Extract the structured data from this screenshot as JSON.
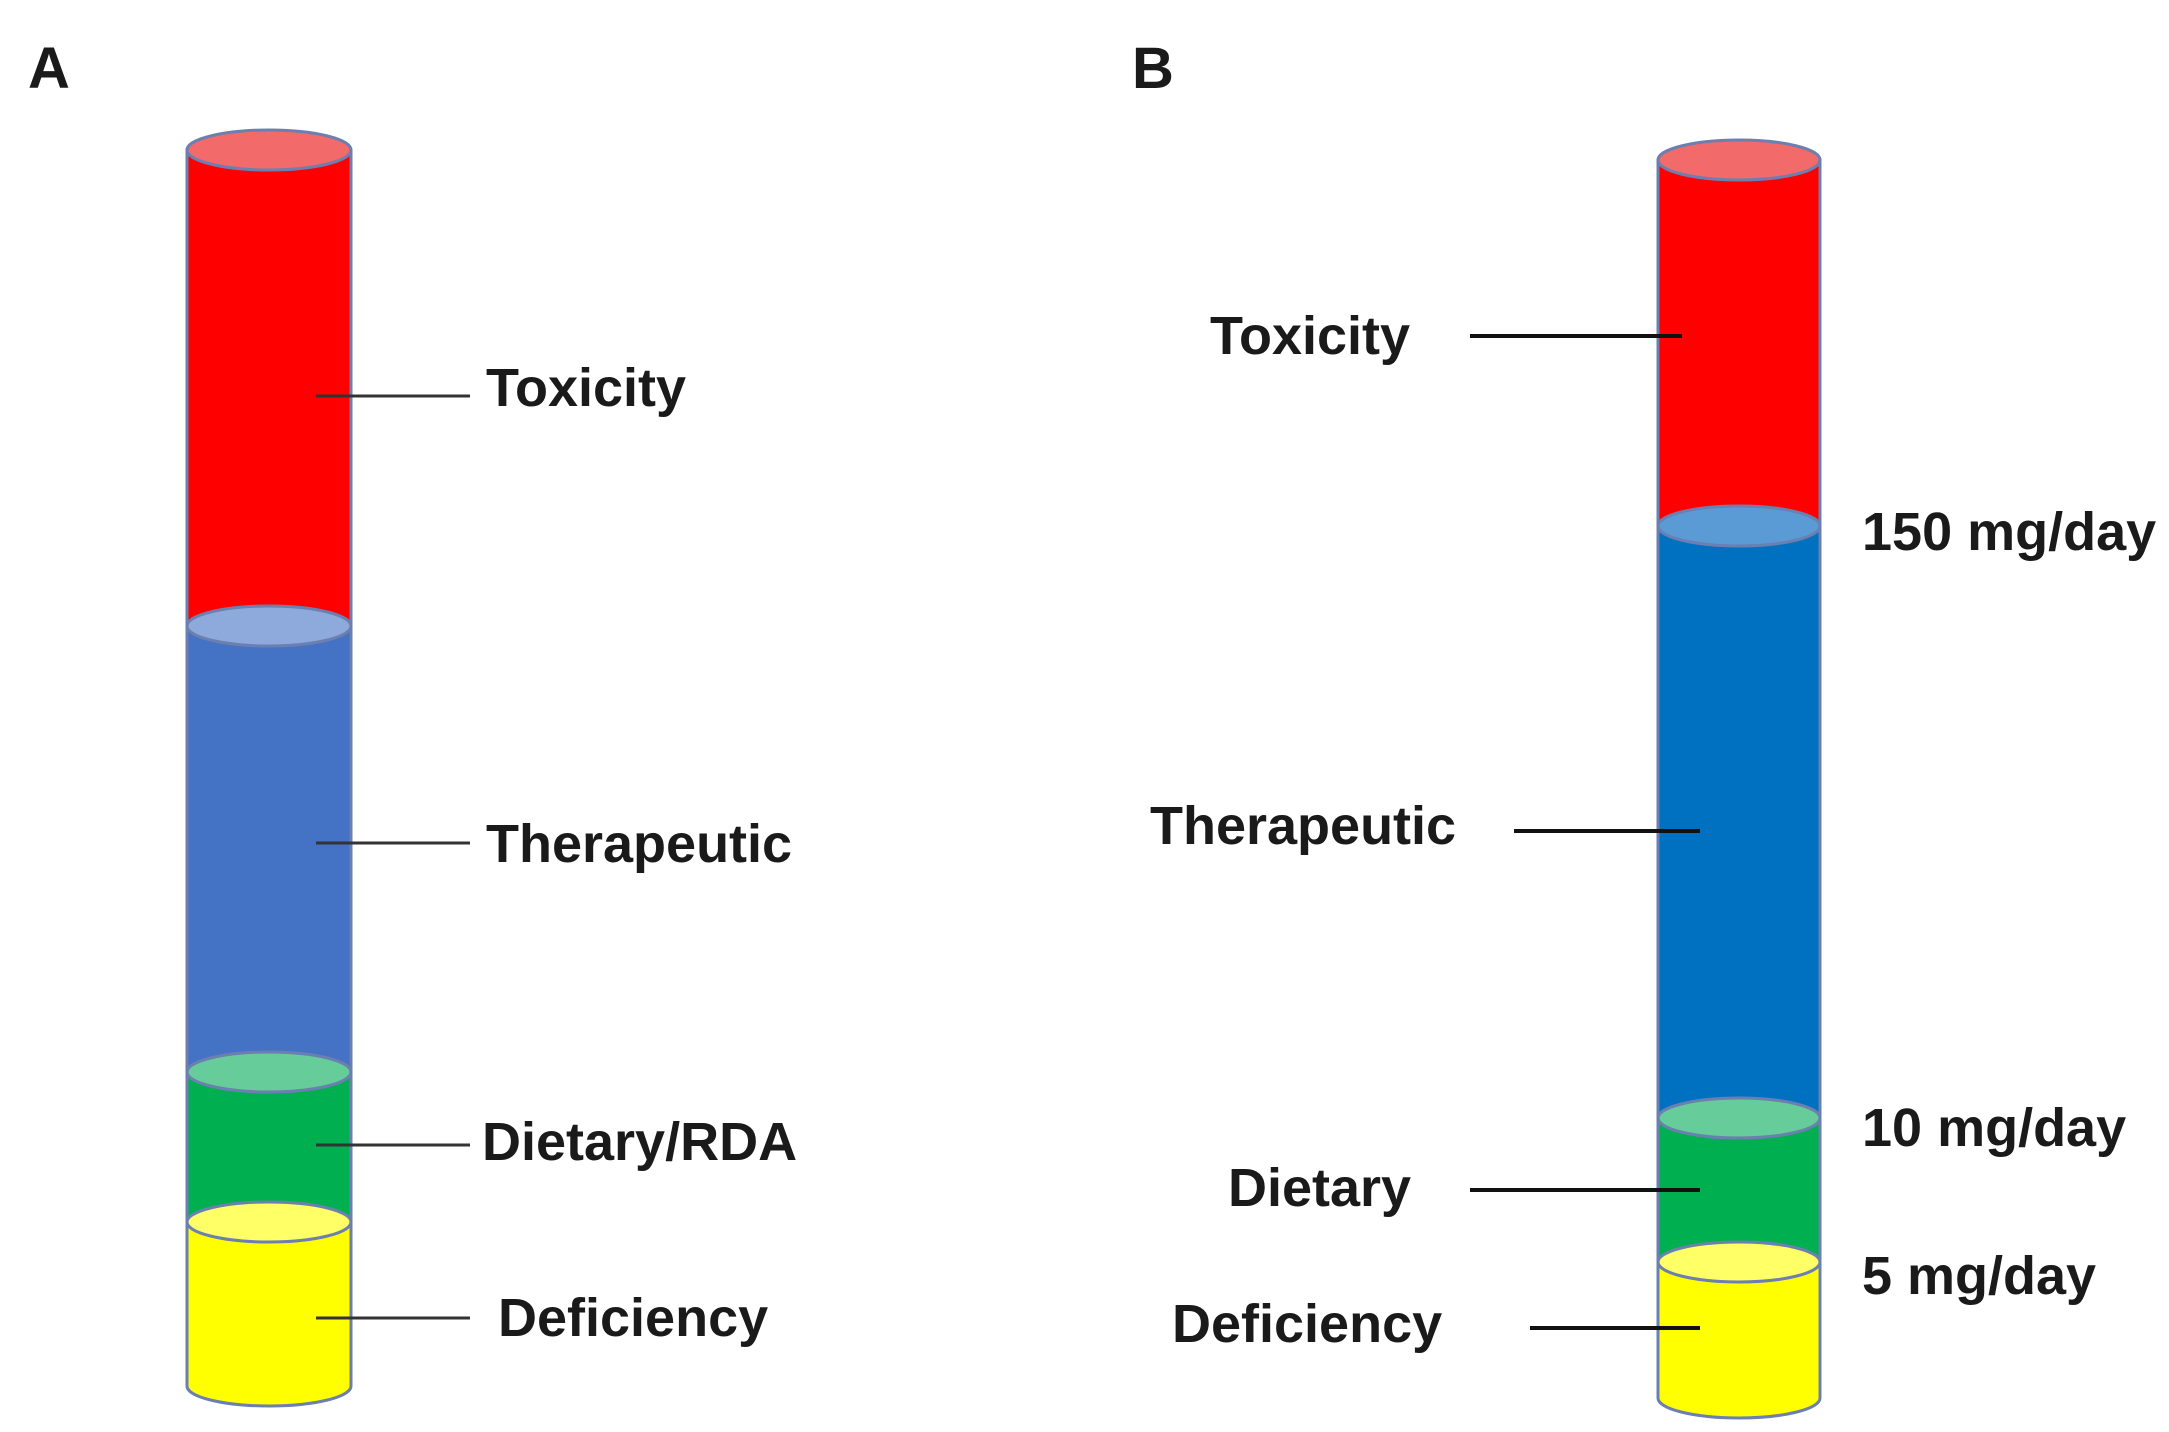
{
  "panel_a": {
    "letter": "A",
    "segments": [
      {
        "key": "toxicity",
        "label": "Toxicity",
        "side_color": "#ff0000",
        "cap_color": "#f26a6a"
      },
      {
        "key": "therapeutic",
        "label": "Therapeutic",
        "side_color": "#4472c4",
        "cap_color": "#8eaadc"
      },
      {
        "key": "dietary",
        "label": "Dietary/RDA",
        "side_color": "#00b050",
        "cap_color": "#66cc99"
      },
      {
        "key": "deficiency",
        "label": "Deficiency",
        "side_color": "#ffff00",
        "cap_color": "#ffff66"
      }
    ]
  },
  "panel_b": {
    "letter": "B",
    "segments": [
      {
        "key": "toxicity",
        "label": "Toxicity",
        "side_color": "#ff0000",
        "cap_color": "#f26a6a"
      },
      {
        "key": "therapeutic",
        "label": "Therapeutic",
        "side_color": "#0070c0",
        "cap_color": "#5b9bd5"
      },
      {
        "key": "dietary",
        "label": "Dietary",
        "side_color": "#00b050",
        "cap_color": "#66cc99"
      },
      {
        "key": "deficiency",
        "label": "Deficiency",
        "side_color": "#ffff00",
        "cap_color": "#ffff66"
      }
    ],
    "thresholds": [
      "150 mg/day",
      "10 mg/day",
      "5 mg/day"
    ]
  }
}
